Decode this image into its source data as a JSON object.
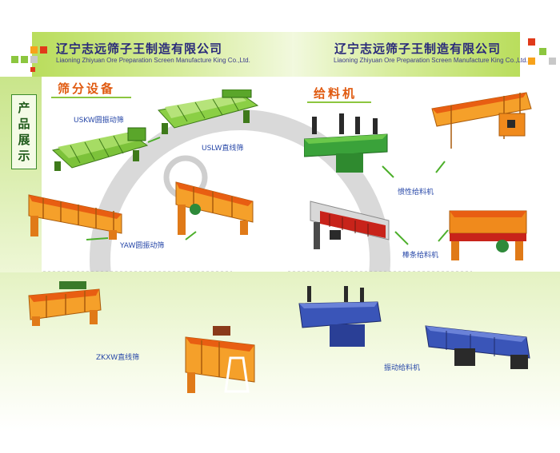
{
  "header": {
    "company_cn_left": "辽宁志远筛子王制造有限公司",
    "company_en_left": "Liaoning Zhiyuan Ore Preparation Screen Manufacture King Co.,Ltd.",
    "company_cn_right": "辽宁志远筛子王制造有限公司",
    "company_en_right": "Liaoning Zhiyuan Ore Preparation Screen Manufacture King Co.,Ltd."
  },
  "sidebar": {
    "title_chars": [
      "产",
      "品",
      "展",
      "示"
    ]
  },
  "sections": {
    "screens": "筛分设备",
    "feeders": "给料机"
  },
  "labels": {
    "uskw": "USKW圆振动筛",
    "uslw": "USLW直线筛",
    "yaw": "YAW圆振动筛",
    "zkxw": "ZKXW直线筛",
    "inertia": "惯性给料机",
    "bar": "棒条给料机",
    "vibrating": "振动给料机"
  },
  "colors": {
    "accent_green": "#8cc63f",
    "machine_orange": "#f08a1c",
    "machine_green": "#6ab82f",
    "machine_blue": "#3a55b8",
    "label_blue": "#2848a8",
    "section_orange": "#e05a10"
  }
}
